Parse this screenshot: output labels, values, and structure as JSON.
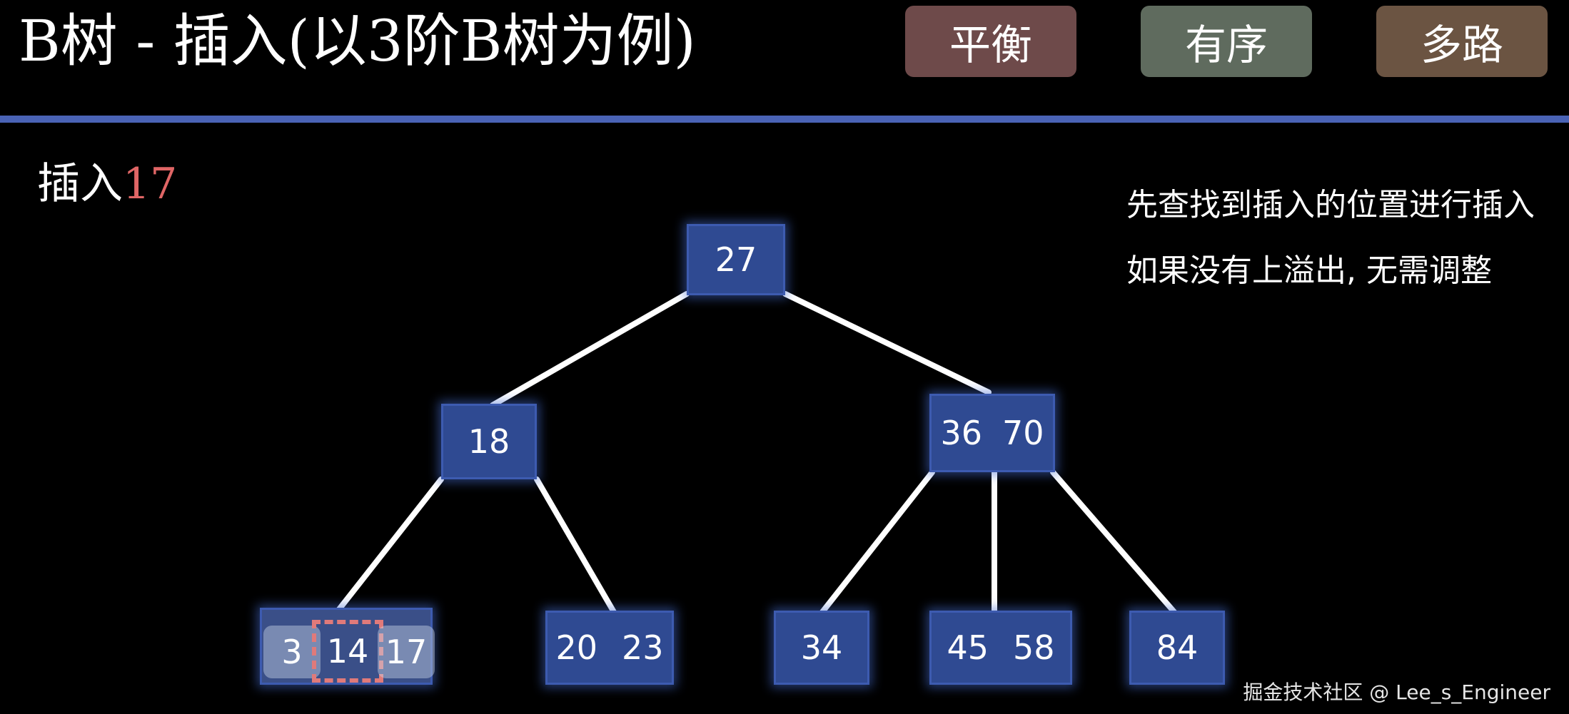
{
  "header": {
    "title": "B树 - 插入(以3阶B树为例)",
    "tags": [
      {
        "label": "平衡",
        "color": "#6e4a4a"
      },
      {
        "label": "有序",
        "color": "#5f6b5e"
      },
      {
        "label": "多路",
        "color": "#6b5442"
      }
    ]
  },
  "step": {
    "prefix": "插入",
    "value": "17"
  },
  "notes": [
    "先查找到插入的位置进行插入",
    "如果没有上溢出, 无需调整"
  ],
  "tree": {
    "root": {
      "keys": [
        "27"
      ]
    },
    "level1": [
      {
        "keys": [
          "18"
        ]
      },
      {
        "keys": [
          "36",
          "70"
        ]
      }
    ],
    "leaves": [
      {
        "keys": [
          "3",
          "14",
          "17"
        ]
      },
      {
        "keys": [
          "20",
          "23"
        ]
      },
      {
        "keys": [
          "34"
        ]
      },
      {
        "keys": [
          "45",
          "58"
        ]
      },
      {
        "keys": [
          "84"
        ]
      }
    ]
  },
  "watermark": "掘金技术社区 @ Lee_s_Engineer"
}
